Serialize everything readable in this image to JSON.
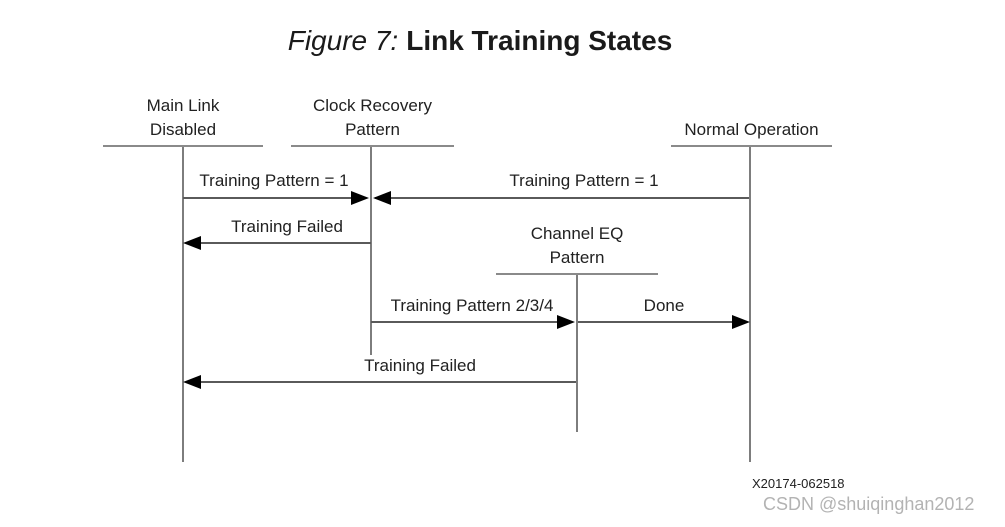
{
  "title": {
    "figure_label": "Figure 7:",
    "figure_title": "Link Training States"
  },
  "diagram": {
    "states": [
      {
        "id": "main-link-disabled",
        "label": "Main Link\nDisabled"
      },
      {
        "id": "clock-recovery-pattern",
        "label": "Clock Recovery\nPattern"
      },
      {
        "id": "normal-operation",
        "label": "Normal Operation"
      },
      {
        "id": "channel-eq-pattern",
        "label": "Channel EQ\nPattern"
      }
    ],
    "messages": [
      {
        "label": "Training Pattern = 1",
        "from": "main-link-disabled",
        "to": "clock-recovery-pattern"
      },
      {
        "label": "Training Pattern = 1",
        "from": "normal-operation",
        "to": "clock-recovery-pattern"
      },
      {
        "label": "Training Failed",
        "from": "clock-recovery-pattern",
        "to": "main-link-disabled"
      },
      {
        "label": "Training Pattern 2/3/4",
        "from": "clock-recovery-pattern",
        "to": "channel-eq-pattern"
      },
      {
        "label": "Done",
        "from": "channel-eq-pattern",
        "to": "normal-operation"
      },
      {
        "label": "Training Failed",
        "from": "channel-eq-pattern",
        "to": "main-link-disabled"
      }
    ]
  },
  "footer": {
    "figure_number": "X20174-062518",
    "watermark": "CSDN @shuiqinghan2012"
  },
  "colors": {
    "text": "#212121",
    "line_gray": "#808080",
    "arrowhead": "#000000",
    "watermark_gray": "#b3b3b3"
  }
}
